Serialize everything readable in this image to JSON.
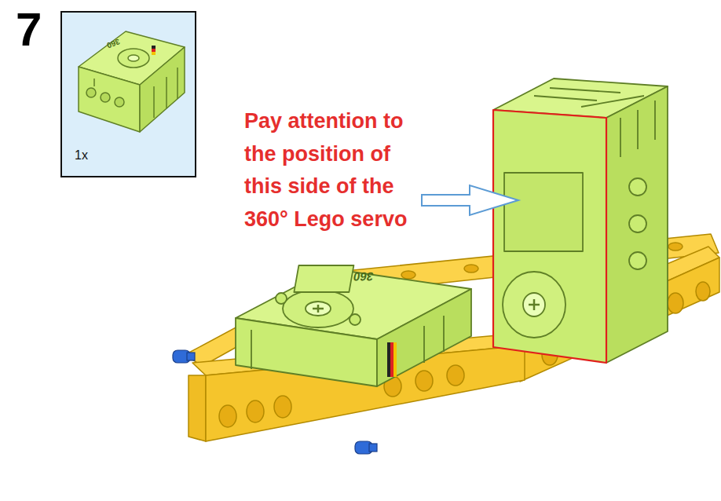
{
  "diagram": {
    "nodes": [
      {
        "text": [
          "1x"
        ]
      }
    ],
    "labels": [
      "7",
      "Pay attention to the position of this side of the 360° Lego servo",
      "360",
      "360"
    ]
  }
}
